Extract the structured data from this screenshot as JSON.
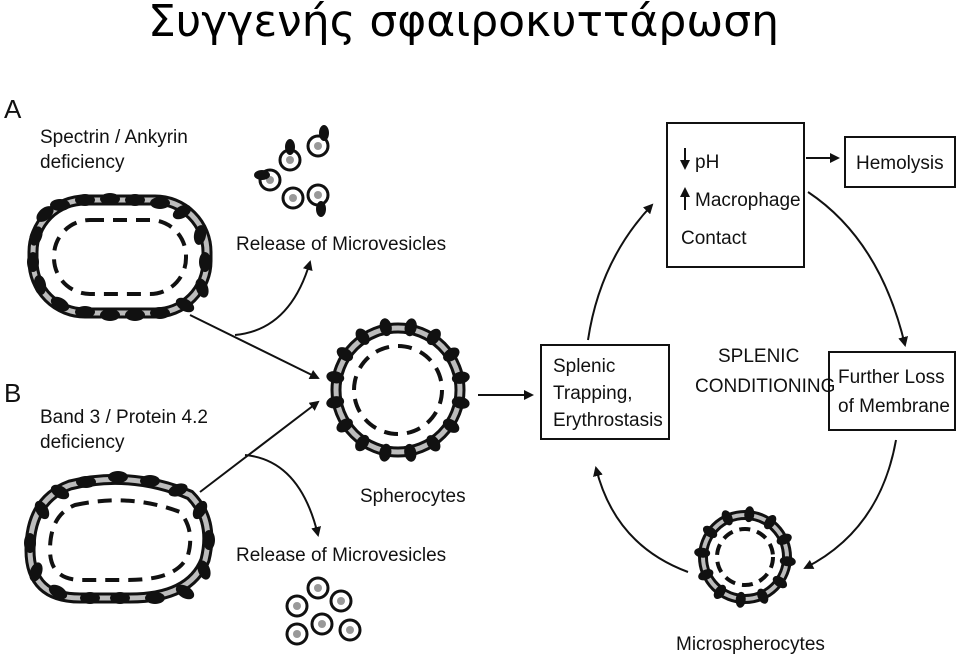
{
  "slide": {
    "title": "Συγγενής σφαιροκυττάρωση"
  },
  "panel_a": {
    "letter": "A",
    "label_line1": "Spectrin / Ankyrin",
    "label_line2": "deficiency",
    "release_label": "Release of Microvesicles"
  },
  "panel_b": {
    "letter": "B",
    "label_line1": "Band 3 / Protein 4.2",
    "label_line2": "deficiency",
    "release_label": "Release of Microvesicles"
  },
  "spherocytes_label": "Spherocytes",
  "cycle": {
    "center_line1": "SPLENIC",
    "center_line2": "CONDITIONING",
    "trapping": [
      "Splenic",
      "Trapping,",
      "Erythrostasis"
    ],
    "stress": [
      "pH",
      "Macrophage",
      "Contact"
    ],
    "hemolysis": "Hemolysis",
    "further_loss": [
      "Further Loss",
      "of Membrane"
    ],
    "microspherocytes_label": "Microspherocytes"
  }
}
